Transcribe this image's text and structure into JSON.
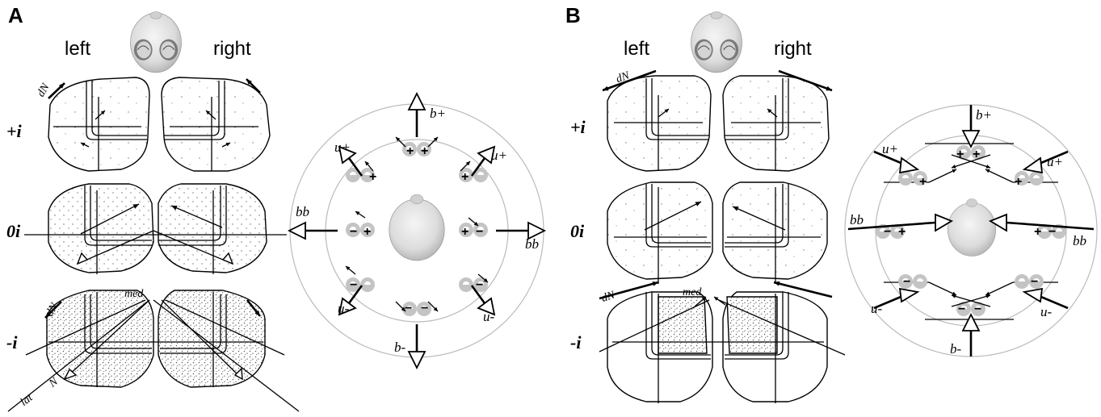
{
  "panels": [
    {
      "letter": "A",
      "side_left": "left",
      "side_right": "right",
      "rows": [
        "+i",
        "0i",
        "-i"
      ],
      "labels": {
        "dN_top": "dN",
        "dN_bottom": "dN",
        "med": "med",
        "lat": "lat",
        "N": "N"
      },
      "rose": {
        "b_plus": "b+",
        "b_minus": "b-",
        "u_plus_left": "u+",
        "u_plus_right": "u+",
        "u_minus_left": "u-",
        "u_minus_right": "u-",
        "bb_left": "bb",
        "bb_right": "bb",
        "plus": "+",
        "minus": "−"
      }
    },
    {
      "letter": "B",
      "side_left": "left",
      "side_right": "right",
      "rows": [
        "+i",
        "0i",
        "-i"
      ],
      "labels": {
        "dN_top": "dN",
        "dN_bottom": "dN",
        "med": "med"
      },
      "rose": {
        "b_plus": "b+",
        "b_minus": "b-",
        "u_plus_left": "u+",
        "u_plus_right": "u+",
        "u_minus_left": "u-",
        "u_minus_right": "u-",
        "bb_left": "bb",
        "bb_right": "bb",
        "plus": "+",
        "minus": "−"
      }
    }
  ],
  "colors": {
    "ink": "#000000",
    "ring": "#bbbbbb",
    "eye_patch": "#c8c8c8",
    "head": "#e2e2e2"
  }
}
